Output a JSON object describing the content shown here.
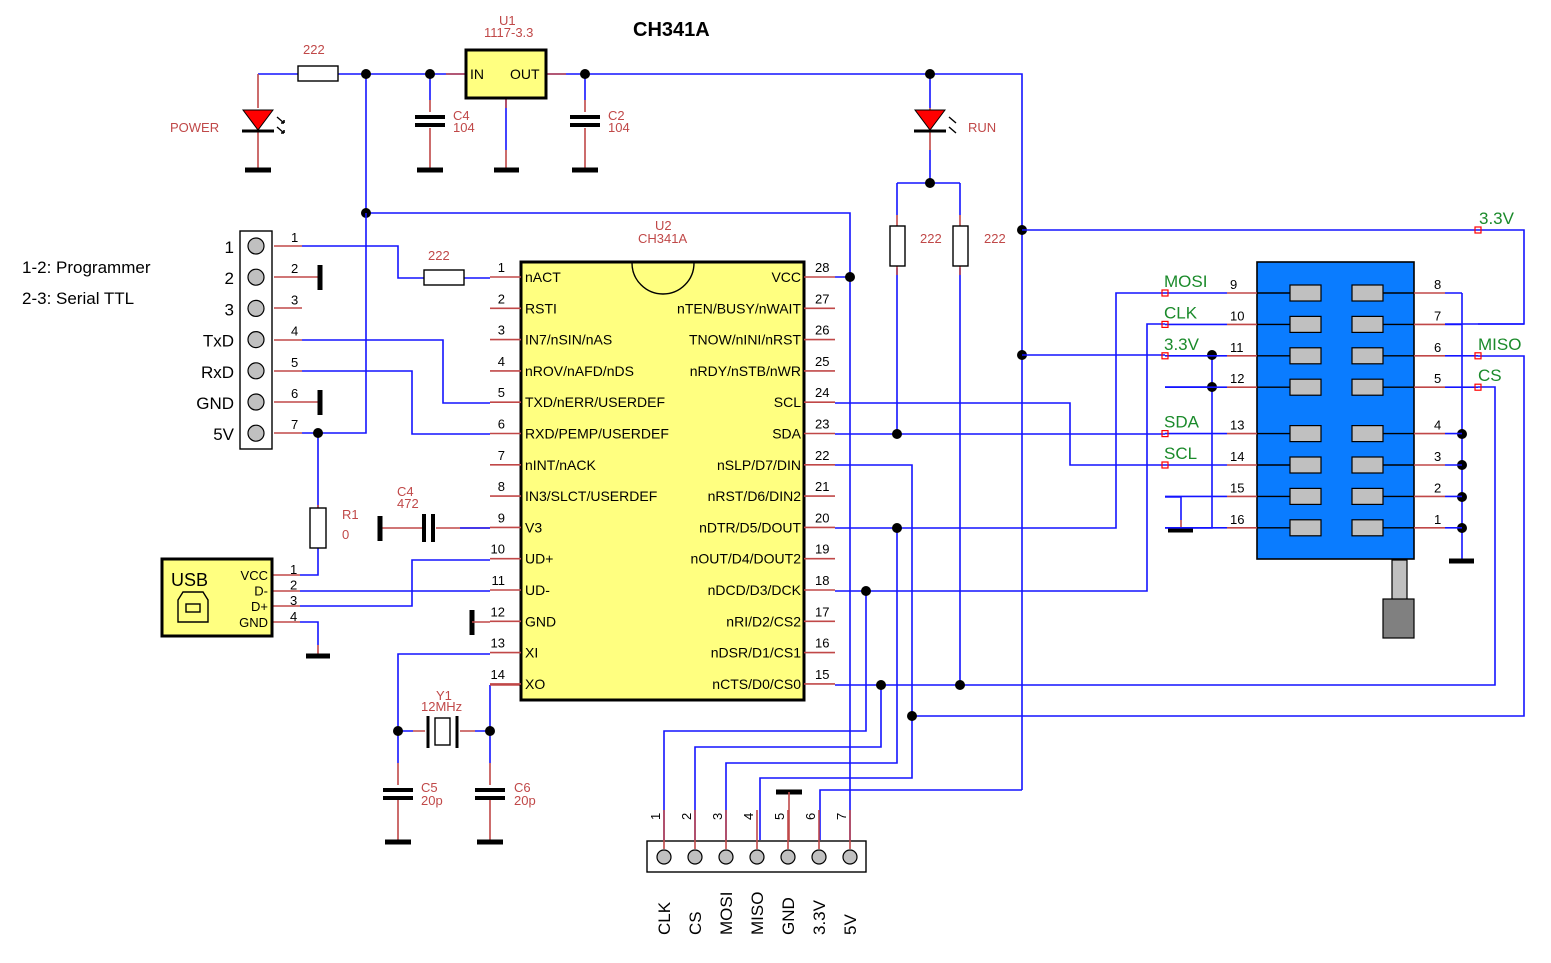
{
  "title": "CH341A",
  "jumper_notes": [
    "1-2: Programmer",
    "2-3: Serial TTL"
  ],
  "power": {
    "led_label": "POWER",
    "resistor_value": "222",
    "regulator_ref": "U1",
    "regulator_value": "1117-3.3",
    "regulator_in": "IN",
    "regulator_out": "OUT",
    "cap_in_ref": "C4",
    "cap_in_value": "104",
    "cap_out_ref": "C2",
    "cap_out_value": "104"
  },
  "run": {
    "led_label": "RUN",
    "resistor_left_value": "222",
    "resistor_right_value": "222"
  },
  "jumper_header": {
    "pins": [
      {
        "num": "1",
        "label": "1"
      },
      {
        "num": "2",
        "label": "2"
      },
      {
        "num": "3",
        "label": "3"
      },
      {
        "num": "4",
        "label": "TxD"
      },
      {
        "num": "5",
        "label": "RxD"
      },
      {
        "num": "6",
        "label": "GND"
      },
      {
        "num": "7",
        "label": "5V"
      }
    ]
  },
  "u2": {
    "ref": "U2",
    "value": "CH341A",
    "nact_resistor": "222",
    "left_pins": [
      {
        "num": "1",
        "name": "nACT"
      },
      {
        "num": "2",
        "name": "RSTI"
      },
      {
        "num": "3",
        "name": "IN7/nSIN/nAS"
      },
      {
        "num": "4",
        "name": "nROV/nAFD/nDS"
      },
      {
        "num": "5",
        "name": "TXD/nERR/USERDEF"
      },
      {
        "num": "6",
        "name": "RXD/PEMP/USERDEF"
      },
      {
        "num": "7",
        "name": "nINT/nACK"
      },
      {
        "num": "8",
        "name": "IN3/SLCT/USERDEF"
      },
      {
        "num": "9",
        "name": "V3"
      },
      {
        "num": "10",
        "name": "UD+"
      },
      {
        "num": "11",
        "name": "UD-"
      },
      {
        "num": "12",
        "name": "GND"
      },
      {
        "num": "13",
        "name": "XI"
      },
      {
        "num": "14",
        "name": "XO"
      }
    ],
    "right_pins": [
      {
        "num": "28",
        "name": "VCC"
      },
      {
        "num": "27",
        "name": "nTEN/BUSY/nWAIT"
      },
      {
        "num": "26",
        "name": "TNOW/nINI/nRST"
      },
      {
        "num": "25",
        "name": "nRDY/nSTB/nWR"
      },
      {
        "num": "24",
        "name": "SCL"
      },
      {
        "num": "23",
        "name": "SDA"
      },
      {
        "num": "22",
        "name": "nSLP/D7/DIN"
      },
      {
        "num": "21",
        "name": "nRST/D6/DIN2"
      },
      {
        "num": "20",
        "name": "nDTR/D5/DOUT"
      },
      {
        "num": "19",
        "name": "nOUT/D4/DOUT2"
      },
      {
        "num": "18",
        "name": "nDCD/D3/DCK"
      },
      {
        "num": "17",
        "name": "nRI/D2/CS2"
      },
      {
        "num": "16",
        "name": "nDSR/D1/CS1"
      },
      {
        "num": "15",
        "name": "nCTS/D0/CS0"
      }
    ]
  },
  "v3_cap": {
    "ref": "C4",
    "value": "472"
  },
  "r1": {
    "ref": "R1",
    "value": "0"
  },
  "usb": {
    "label": "USB",
    "pins": [
      {
        "num": "1",
        "name": "VCC"
      },
      {
        "num": "2",
        "name": "D-"
      },
      {
        "num": "3",
        "name": "D+"
      },
      {
        "num": "4",
        "name": "GND"
      }
    ]
  },
  "crystal": {
    "ref": "Y1",
    "value": "12MHz",
    "c5_ref": "C5",
    "c5_value": "20p",
    "c6_ref": "C6",
    "c6_value": "20p"
  },
  "spi_header": {
    "pins": [
      {
        "num": "1",
        "label": "CLK"
      },
      {
        "num": "2",
        "label": "CS"
      },
      {
        "num": "3",
        "label": "MOSI"
      },
      {
        "num": "4",
        "label": "MISO"
      },
      {
        "num": "5",
        "label": "GND"
      },
      {
        "num": "6",
        "label": "3.3V"
      },
      {
        "num": "7",
        "label": "5V"
      }
    ]
  },
  "zif_socket": {
    "left_pins": [
      {
        "num": "9",
        "net": "MOSI"
      },
      {
        "num": "10",
        "net": "CLK"
      },
      {
        "num": "11",
        "net": "3.3V"
      },
      {
        "num": "12",
        "net": ""
      },
      {
        "num": "13",
        "net": "SDA"
      },
      {
        "num": "14",
        "net": "SCL"
      },
      {
        "num": "15",
        "net": ""
      },
      {
        "num": "16",
        "net": ""
      }
    ],
    "right_pins": [
      {
        "num": "8",
        "net": ""
      },
      {
        "num": "7",
        "net": ""
      },
      {
        "num": "6",
        "net": "MISO"
      },
      {
        "num": "5",
        "net": "CS"
      },
      {
        "num": "4",
        "net": ""
      },
      {
        "num": "3",
        "net": ""
      },
      {
        "num": "2",
        "net": ""
      },
      {
        "num": "1",
        "net": ""
      }
    ],
    "top_net": "3.3V",
    "body_color": "#0a7cff"
  }
}
